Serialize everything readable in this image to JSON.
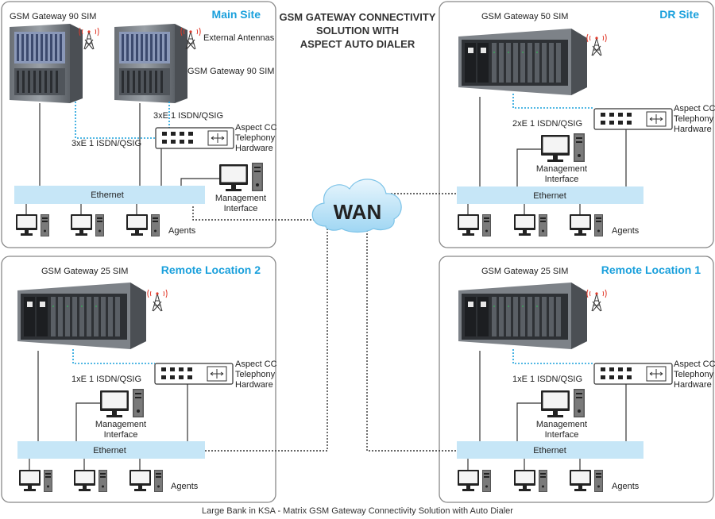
{
  "title": [
    "GSM GATEWAY CONNECTIVITY",
    "SOLUTION WITH",
    "ASPECT AUTO DIALER"
  ],
  "wan_label": "WAN",
  "footer": "Large Bank in KSA - Matrix GSM Gateway Connectivity Solution with Auto Dialer",
  "main_site": {
    "name": "Main Site",
    "gateway1": "GSM Gateway 90 SIM",
    "gateway2": "GSM Gateway 90 SIM",
    "antennas": "External Antennas",
    "isdn1": "3xE 1 ISDN/QSIG",
    "isdn2": "3xE 1 ISDN/QSIG",
    "aspect": [
      "Aspect CC",
      "Telephony",
      "Hardware"
    ],
    "mgmt": [
      "Management",
      "Interface"
    ],
    "ethernet": "Ethernet",
    "agents": "Agents"
  },
  "dr_site": {
    "name": "DR Site",
    "gateway": "GSM Gateway 50 SIM",
    "isdn": "2xE 1 ISDN/QSIG",
    "aspect": [
      "Aspect CC",
      "Telephony",
      "Hardware"
    ],
    "mgmt": [
      "Management",
      "Interface"
    ],
    "ethernet": "Ethernet",
    "agents": "Agents"
  },
  "remote2": {
    "name": "Remote Location 2",
    "gateway": "GSM Gateway 25 SIM",
    "isdn": "1xE 1 ISDN/QSIG",
    "aspect": [
      "Aspect CC",
      "Telephony",
      "Hardware"
    ],
    "mgmt": [
      "Management",
      "Interface"
    ],
    "ethernet": "Ethernet",
    "agents": "Agents"
  },
  "remote1": {
    "name": "Remote Location 1",
    "gateway": "GSM Gateway 25 SIM",
    "isdn": "1xE 1 ISDN/QSIG",
    "aspect": [
      "Aspect CC",
      "Telephony",
      "Hardware"
    ],
    "mgmt": [
      "Management",
      "Interface"
    ],
    "ethernet": "Ethernet",
    "agents": "Agents"
  }
}
